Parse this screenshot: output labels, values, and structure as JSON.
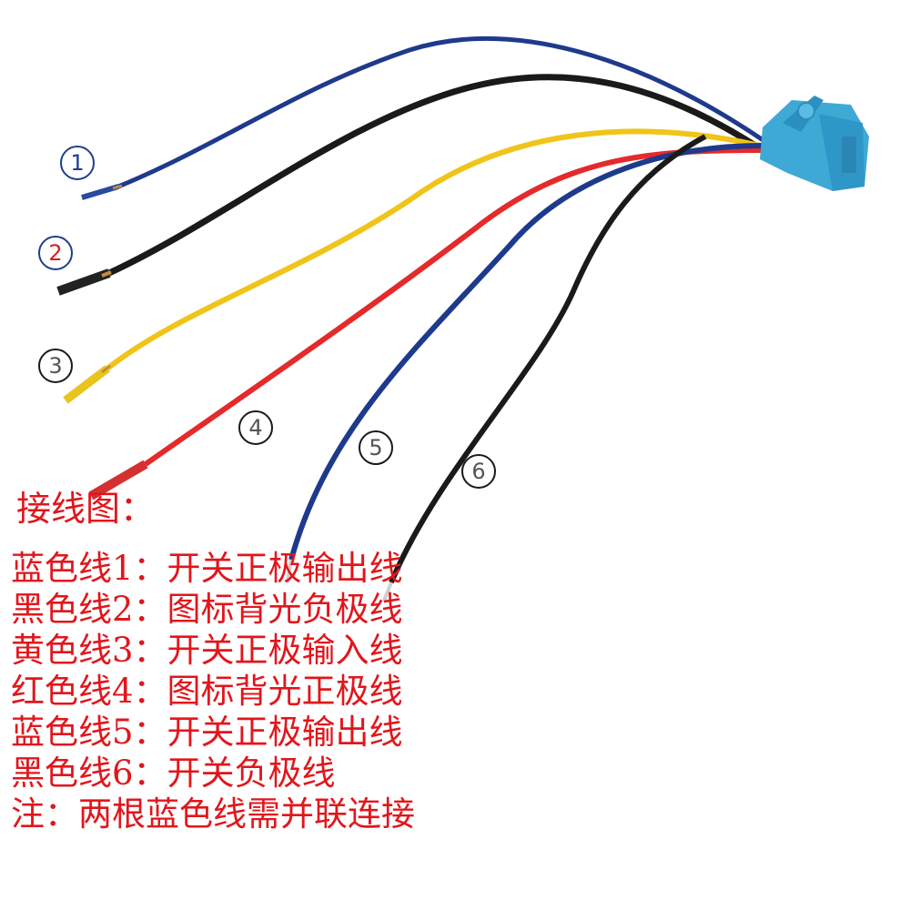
{
  "wire_labels": [
    {
      "number": "1",
      "color": "#1d3f8c"
    },
    {
      "number": "2",
      "color": "#d42020"
    },
    {
      "number": "3",
      "color": "#555555"
    },
    {
      "number": "4",
      "color": "#555555"
    },
    {
      "number": "5",
      "color": "#555555"
    },
    {
      "number": "6",
      "color": "#555555"
    }
  ],
  "wire_colors": {
    "blue": "#1e3a8c",
    "black": "#1a1a1a",
    "yellow": "#f0c419",
    "red": "#e42a2a",
    "connector": "#3fa9d6"
  },
  "legend": {
    "title": "接线图：",
    "text_color": "#e1161c",
    "lines": [
      "蓝色线1：开关正极输出线",
      "黑色线2：图标背光负极线",
      "黄色线3：开关正极输入线",
      "红色线4：图标背光正极线",
      "蓝色线5：开关正极输出线",
      "黑色线6：开关负极线",
      "注：两根蓝色线需并联连接"
    ]
  }
}
